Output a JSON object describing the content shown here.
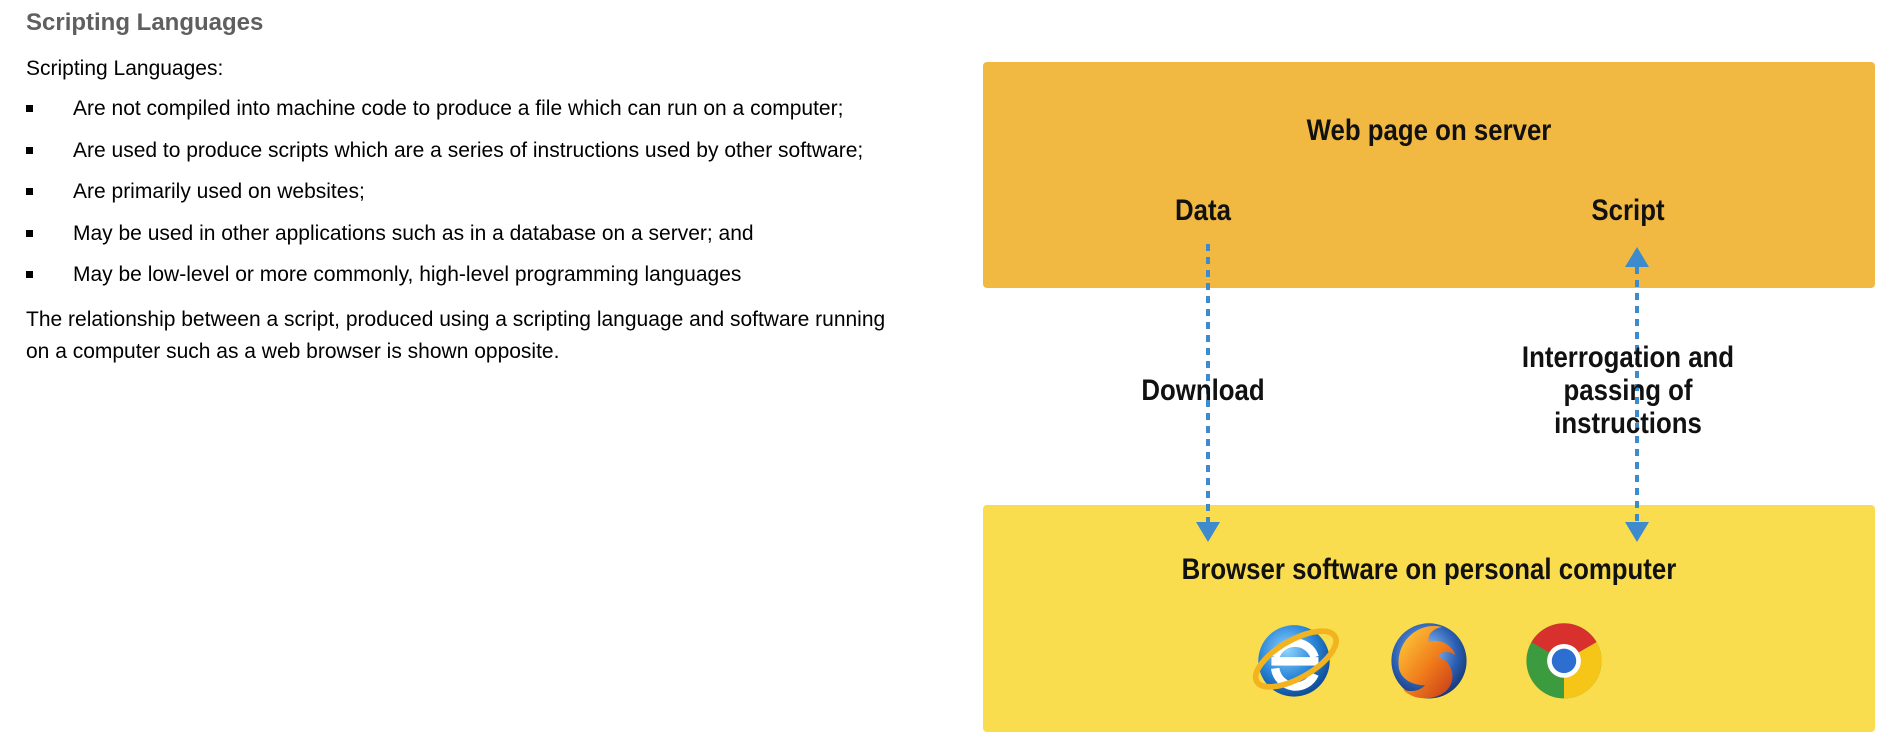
{
  "document": {
    "heading": "Scripting Languages",
    "intro": "Scripting Languages:",
    "bullets": [
      "Are not compiled into machine code to produce a file which can run on a computer;",
      "Are used to produce scripts which are a series of instructions used by other software;",
      "Are primarily used on websites;",
      "May be used in other applications such as in a database on a server; and",
      "May be low-level or more commonly, high-level programming languages"
    ],
    "paragraph": "The relationship between a script, produced using a scripting language and software running on a computer such as a web browser is shown opposite."
  },
  "diagram": {
    "server_label": "Web page on server",
    "data_label": "Data",
    "script_label": "Script",
    "download_label": "Download",
    "interrogation_label": "Interrogation and passing of instructions",
    "client_label": "Browser software on personal computer",
    "browsers": [
      "internet-explorer-icon",
      "firefox-icon",
      "chrome-icon"
    ],
    "colors": {
      "server_box": "#f2b942",
      "client_box": "#f9dd4e",
      "arrow": "#3d8bcd"
    }
  }
}
